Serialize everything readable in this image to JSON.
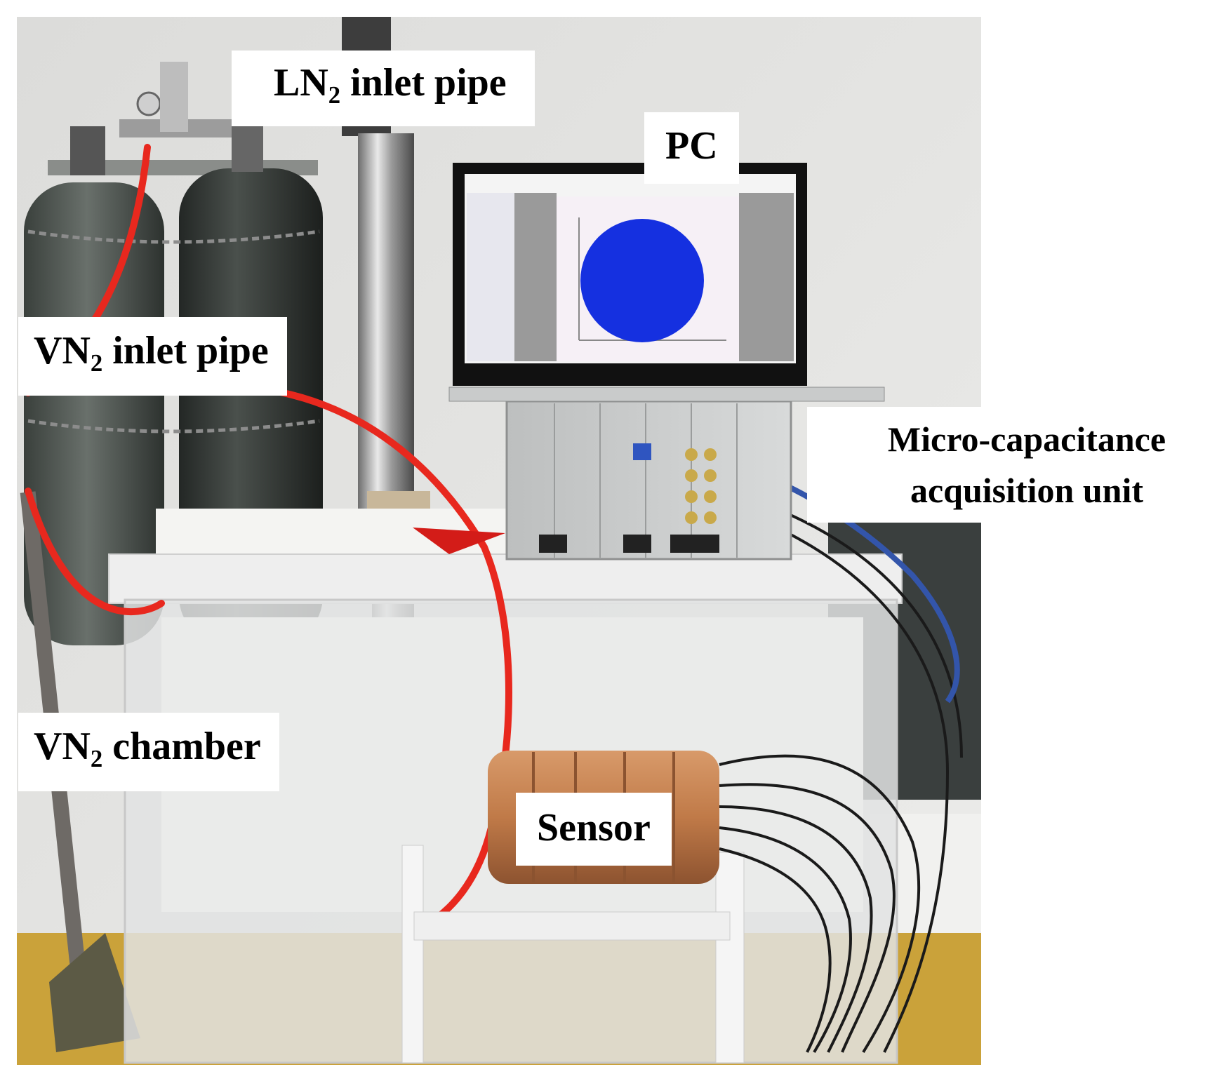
{
  "labels": {
    "ln2_inlet": {
      "main": "LN",
      "sub": "2",
      "rest": " inlet pipe"
    },
    "pc": "PC",
    "vn2_inlet": {
      "main": "VN",
      "sub": "2",
      "rest": " inlet pipe"
    },
    "micro_line1": "Micro-capacitance",
    "micro_line2": "acquisition unit",
    "vn2_chamber": {
      "main": "VN",
      "sub": "2",
      "rest": " chamber"
    },
    "sensor": "Sensor"
  },
  "colors": {
    "wall": "#e6e6e4",
    "floor": "#caa23a",
    "red_tube": "#e8281e",
    "copper": "#c47a4a",
    "blue_circle": "#1530e0",
    "cylinder": "#2e3330",
    "cable_blue": "#3355aa"
  }
}
